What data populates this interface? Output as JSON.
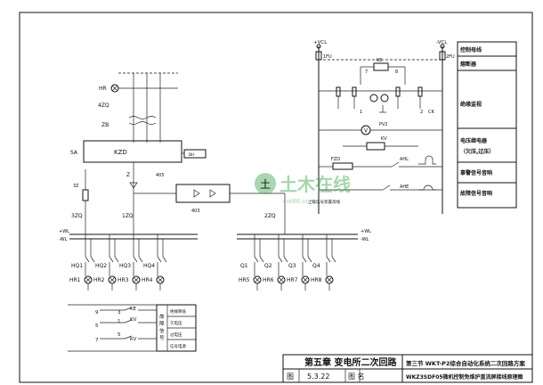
{
  "title_block": {
    "chapter": "第五章  变电所二次回路",
    "section": "第三节 WKT-P2综合自动化系统二次回路方案",
    "number_label": "图",
    "number": "5.3.22",
    "name_label": "图 名",
    "name": "WKZ3SDF05微机控制免维护直流屏接线原理图"
  },
  "legend": {
    "control_bus": "控制母线",
    "fuse": "熔断器",
    "insulation": "绝缘监视",
    "voltage_relay": "电压继电器",
    "voltage_note": "（欠压,过压）",
    "accident_sound": "事警信号音响",
    "fault_sound": "故障信号音响"
  },
  "labels": {
    "plus_vcl": "+VCL",
    "minus_vcl": "-VCL",
    "fu1": "1FU",
    "fu2": "2FU",
    "ke": "KE",
    "n7": "7",
    "n8": "8",
    "n1": "1",
    "n2": "2",
    "ck": "CK",
    "v": "V",
    "pv": "PV2",
    "kv": "KV",
    "fzd": "FZD",
    "ahl": "AHL",
    "ahe": "AHE",
    "feed_note": "上级信号装置母线",
    "hr": "HR",
    "zq4": "4ZQ",
    "zb": "ZB",
    "kzd": "KZD",
    "sa": "SA",
    "bh": "BH",
    "z": "Z",
    "n405": "405",
    "zq1": "1ZQ",
    "n3z": "3Z",
    "zq3": "3ZQ",
    "n403": "403",
    "zq2": "2ZQ",
    "bus_plus": "+WL",
    "bus_minus": "-WL"
  },
  "feeders_left": [
    {
      "breaker": "HQ1",
      "lamp": "HR1"
    },
    {
      "breaker": "HQ2",
      "lamp": "HR2"
    },
    {
      "breaker": "HQ3",
      "lamp": "HR3"
    },
    {
      "breaker": "HQ4",
      "lamp": "HR4"
    }
  ],
  "feeders_right": [
    {
      "breaker": "Q1",
      "lamp": "HR5"
    },
    {
      "breaker": "Q2",
      "lamp": "HR6"
    },
    {
      "breaker": "Q3",
      "lamp": "HR7"
    },
    {
      "breaker": "Q4",
      "lamp": "HR8"
    }
  ],
  "signal": {
    "vertical_1": "故",
    "vertical_2": "障",
    "vertical_3": "信",
    "vertical_4": "号",
    "rows": [
      "绝缘降低",
      "欠电压",
      "过电压",
      "信号电源"
    ],
    "nums": [
      "9",
      "5",
      "7",
      "3",
      "1",
      "5"
    ],
    "tags": [
      "KE",
      "KV",
      "KV"
    ]
  },
  "watermark": {
    "glyph": "土",
    "text": "土木在线",
    "url": "coi88.com"
  }
}
